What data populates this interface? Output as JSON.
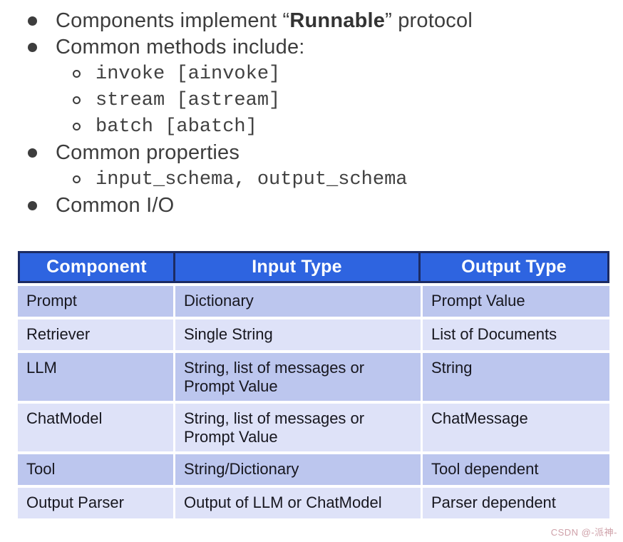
{
  "outline": {
    "items": [
      {
        "level": 1,
        "prefix": "Components implement “",
        "bold": "Runnable",
        "suffix": "” protocol"
      },
      {
        "level": 1,
        "text": "Common methods include:"
      },
      {
        "level": 2,
        "text": "invoke [ainvoke]"
      },
      {
        "level": 2,
        "text": "stream [astream]"
      },
      {
        "level": 2,
        "text": "batch [abatch]"
      },
      {
        "level": 1,
        "text": "Common properties"
      },
      {
        "level": 2,
        "text": "input_schema, output_schema"
      },
      {
        "level": 1,
        "text": "Common I/O"
      }
    ]
  },
  "table": {
    "headers": [
      "Component",
      "Input Type",
      "Output Type"
    ],
    "rows": [
      [
        "Prompt",
        "Dictionary",
        "Prompt Value"
      ],
      [
        "Retriever",
        "Single String",
        "List of Documents"
      ],
      [
        "LLM",
        "String, list of messages or\nPrompt Value",
        "String"
      ],
      [
        "ChatModel",
        "String, list of messages or\nPrompt Value",
        "ChatMessage"
      ],
      [
        "Tool",
        "String/Dictionary",
        "Tool dependent"
      ],
      [
        "Output Parser",
        "Output of LLM or ChatModel",
        "Parser dependent"
      ]
    ]
  },
  "watermark": "CSDN @-派神-",
  "colors": {
    "header-blue": "#2e64e0",
    "header-border": "#1c2b63",
    "header-text": "#ffffff",
    "row-medium": "#bcc6ee",
    "row-light": "#dee2f8",
    "text-dark": "#17171f",
    "outline-text": "#3d3d3d",
    "watermark-pink": "#cfa1a9"
  }
}
